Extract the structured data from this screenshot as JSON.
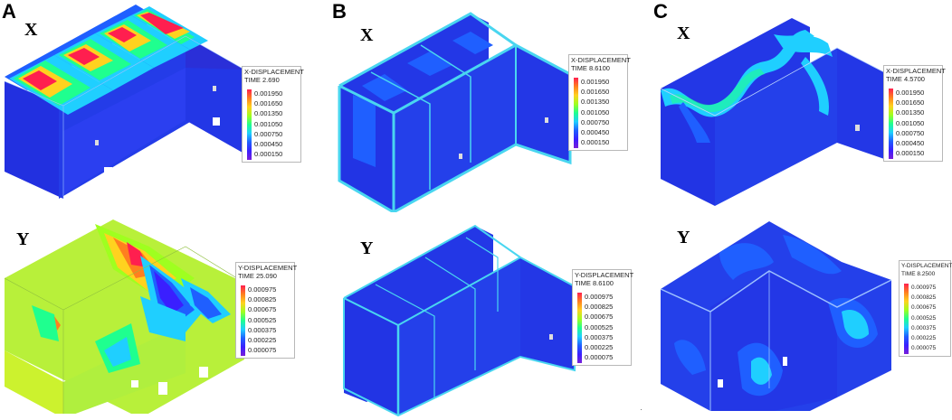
{
  "panels": [
    {
      "letter": "A",
      "x_case": {
        "direction_label": "X",
        "legend": {
          "title": "X-DISPLACEMENT",
          "time": "TIME 2.690",
          "values": [
            "0.001950",
            "0.001650",
            "0.001350",
            "0.001050",
            "0.000750",
            "0.000450",
            "0.000150"
          ]
        }
      },
      "y_case": {
        "direction_label": "Y",
        "legend": {
          "title": "Y-DISPLACEMENT",
          "time": "TIME 25.090",
          "values": [
            "0.000975",
            "0.000825",
            "0.000675",
            "0.000525",
            "0.000375",
            "0.000225",
            "0.000075"
          ]
        }
      }
    },
    {
      "letter": "B",
      "x_case": {
        "direction_label": "X",
        "legend": {
          "title": "X-DISPLACEMENT",
          "time": "TIME 8.6100",
          "values": [
            "0.001950",
            "0.001650",
            "0.001350",
            "0.001050",
            "0.000750",
            "0.000450",
            "0.000150"
          ]
        }
      },
      "y_case": {
        "direction_label": "Y",
        "legend": {
          "title": "Y-DISPLACEMENT",
          "time": "TIME 8.6100",
          "values": [
            "0.000975",
            "0.000825",
            "0.000675",
            "0.000525",
            "0.000375",
            "0.000225",
            "0.000075"
          ]
        }
      }
    },
    {
      "letter": "C",
      "x_case": {
        "direction_label": "X",
        "legend": {
          "title": "X-DISPLACEMENT",
          "time": "TIME 4.5700",
          "values": [
            "0.001950",
            "0.001650",
            "0.001350",
            "0.001050",
            "0.000750",
            "0.000450",
            "0.000150"
          ]
        }
      },
      "y_case": {
        "direction_label": "Y",
        "legend": {
          "title": "Y-DISPLACEMENT",
          "time": "TIME 8.2500",
          "values": [
            "0.000975",
            "0.000825",
            "0.000675",
            "0.000525",
            "0.000375",
            "0.000225",
            "0.000075"
          ]
        }
      }
    }
  ],
  "colors": {
    "contour_scale": [
      "#ff1f4f",
      "#ff7f1f",
      "#ffd21f",
      "#9fff1f",
      "#1fff8f",
      "#1fcfff",
      "#1f5fff",
      "#3a1fff",
      "#7a1fd9"
    ],
    "background_field_blue": "#2337e6",
    "edge_cyan": "#49d6f0",
    "field_yellow_green": "#b8f03a"
  },
  "icons": [
    "fem-building-model"
  ]
}
